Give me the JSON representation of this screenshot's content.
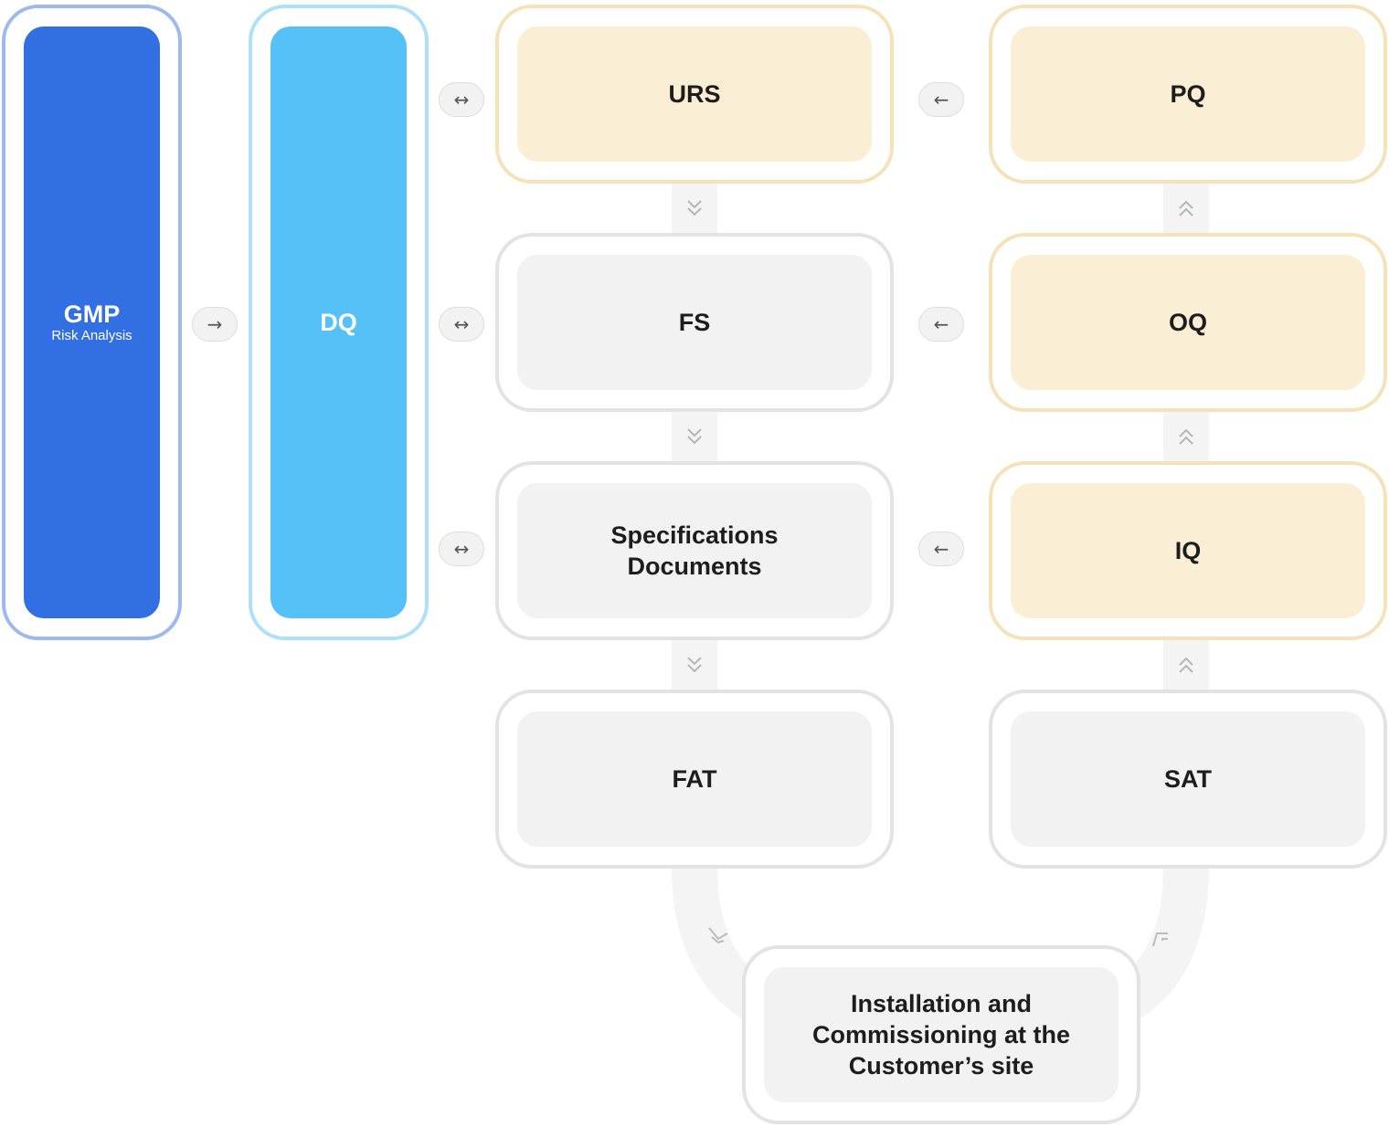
{
  "gmp": {
    "title": "GMP",
    "subtitle": "Risk Analysis"
  },
  "dq": {
    "label": "DQ"
  },
  "left_column": {
    "urs": "URS",
    "fs": "FS",
    "specs_line1": "Specifications",
    "specs_line2": "Documents",
    "fat": "FAT"
  },
  "right_column": {
    "pq": "PQ",
    "oq": "OQ",
    "iq": "IQ",
    "sat": "SAT"
  },
  "bottom": {
    "line1": "Installation and",
    "line2": "Commissioning at the",
    "line3": "Customer’s site"
  },
  "arrows": {
    "right": "→",
    "both": "↔",
    "left": "←"
  },
  "colors": {
    "gmp_fill": "#326fe2",
    "gmp_border": "#9db9ef",
    "dq_fill": "#56c1f9",
    "dq_border": "#aee0fb",
    "validation_fill": "#faefd4",
    "validation_border": "#f5e2b9",
    "neutral_fill": "#f2f2f2",
    "neutral_border": "#e3e3e3"
  }
}
